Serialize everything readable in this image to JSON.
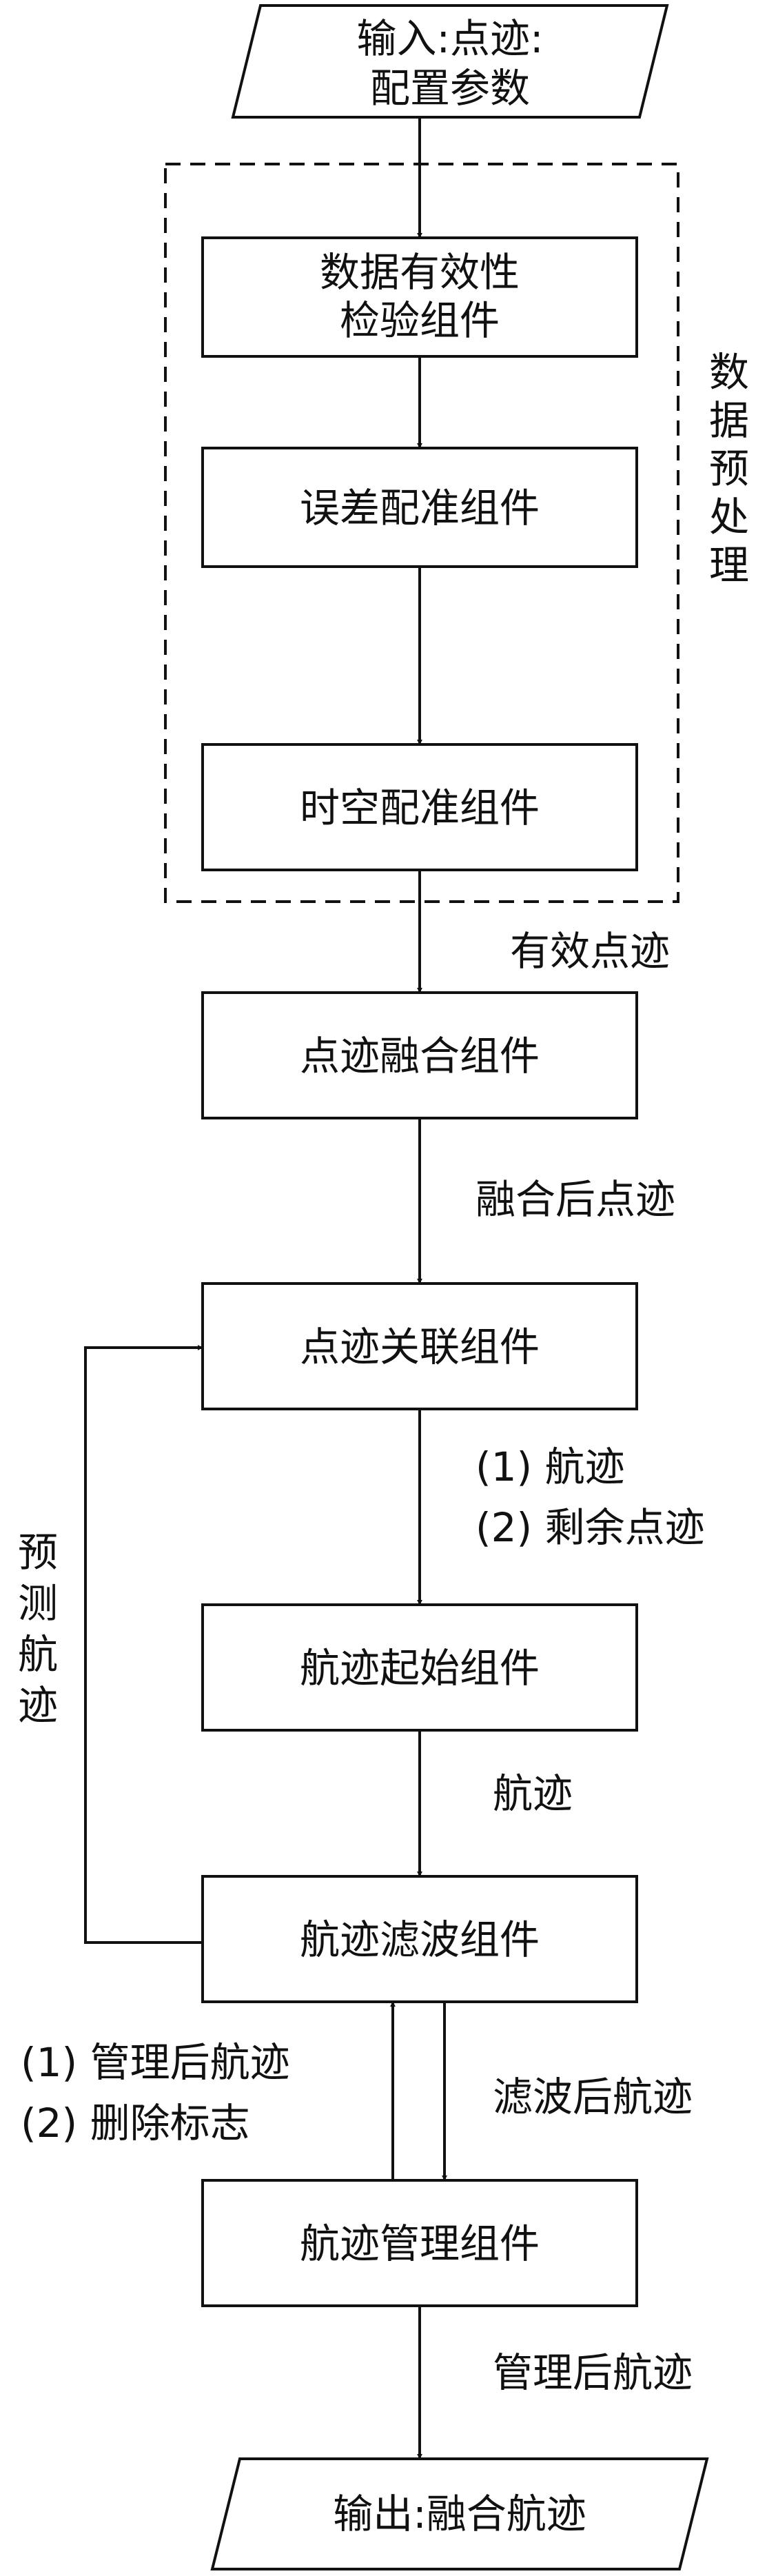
{
  "input": {
    "line1": "输入:点迹:",
    "line2": "配置参数"
  },
  "preprocess": {
    "label_chars": [
      "数",
      "据",
      "预",
      "处",
      "理"
    ]
  },
  "boxes": {
    "validity": {
      "line1": "数据有效性",
      "line2": "检验组件"
    },
    "error_registration": "误差配准组件",
    "spatiotemporal_registration": "时空配准组件",
    "plot_fusion": "点迹融合组件",
    "plot_association": "点迹关联组件",
    "track_initiation": "航迹起始组件",
    "track_filtering": "航迹滤波组件",
    "track_management": "航迹管理组件"
  },
  "edges": {
    "valid_plots": "有效点迹",
    "fused_plots": "融合后点迹",
    "assoc_out_1": "(1) 航迹",
    "assoc_out_2": "(2) 剩余点迹",
    "track": "航迹",
    "filtered_track": "滤波后航迹",
    "mgmt_back_1": "(1) 管理后航迹",
    "mgmt_back_2": "(2) 删除标志",
    "managed_track": "管理后航迹",
    "predicted_track_chars": [
      "预",
      "测",
      "航",
      "迹"
    ]
  },
  "output": "输出:融合航迹"
}
